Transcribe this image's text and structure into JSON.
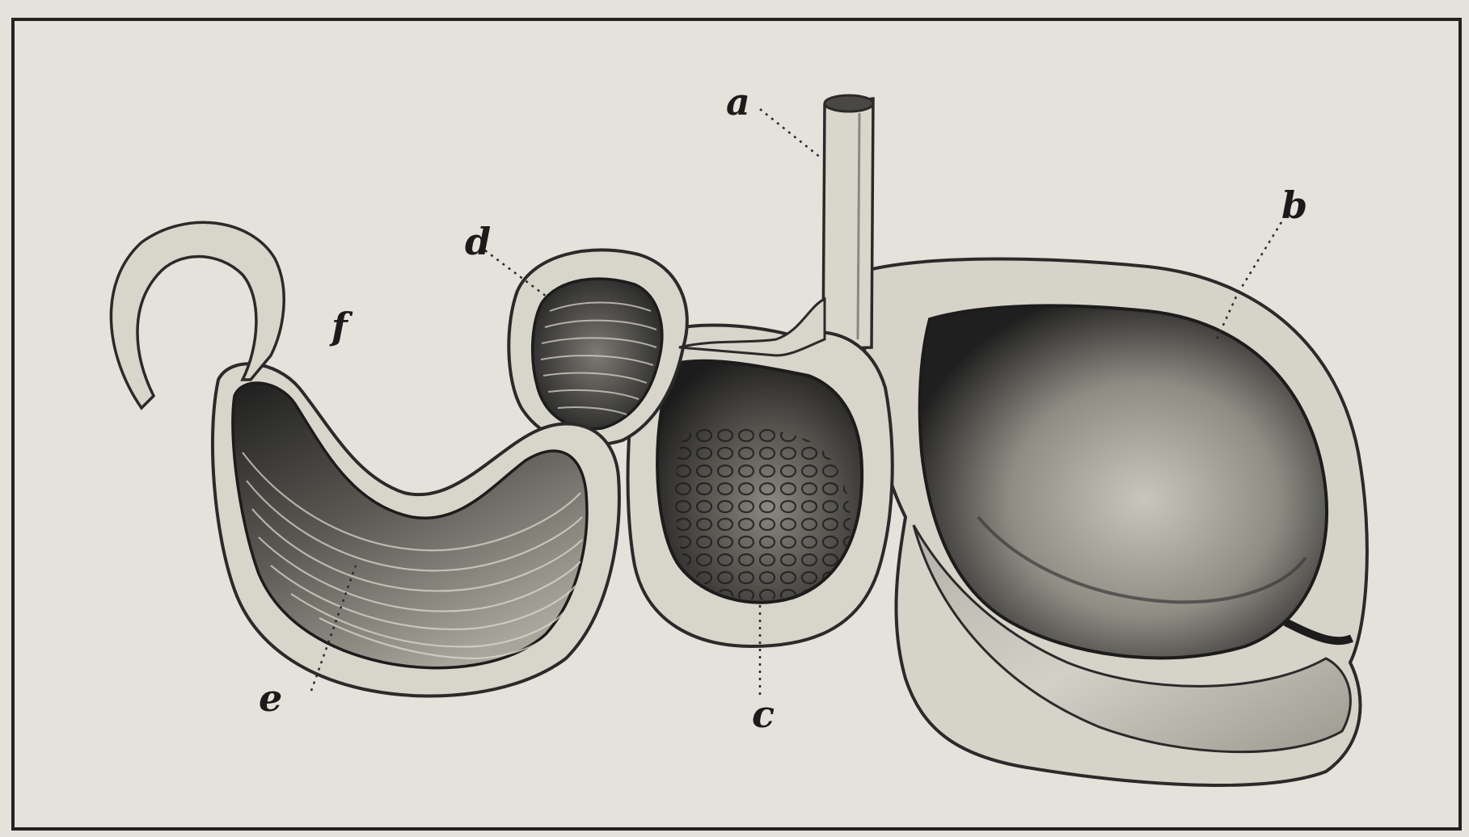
{
  "figure": {
    "subject": "stomach-compartments-illustration",
    "labels": {
      "a": "a",
      "b": "b",
      "c": "c",
      "d": "d",
      "e": "e",
      "f": "f"
    }
  },
  "colors": {
    "paper": "#e4e2da",
    "ink": "#1b1b1b",
    "frame": "#222222",
    "wall": "#d8d6cc",
    "cavity_dark": "#2b2b2b",
    "cavity_light": "#bdbab1"
  }
}
